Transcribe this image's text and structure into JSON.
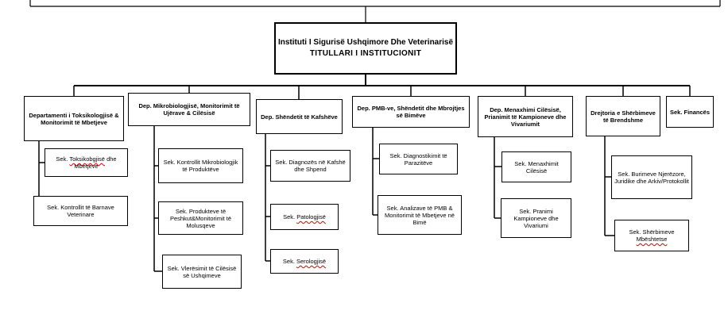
{
  "page": {
    "background": "#ffffff"
  },
  "colors": {
    "line": "#000000",
    "box_border": "#000000",
    "box_background": "#ffffff",
    "spellcheck_underline": "#e00000"
  },
  "org_chart": {
    "root": {
      "title": "Instituti I Sigurisë Ushqimore Dhe Veterinarisë",
      "subtitle": "TITULLARI I INSTITUCIONIT"
    },
    "departments": [
      {
        "label": "Departamenti i Toksikologjisë & Monitorimit të Mbetjeve",
        "children": [
          {
            "label_prefix": "Sek. ",
            "misspelled": "Toksikobgjisë",
            "label_suffix": " dhe Mbetjeve"
          },
          {
            "label": "Sek. Kontrollit të Barnave Veterinare"
          }
        ]
      },
      {
        "label": "Dep. Mikrobiologjisë, Monitorimit të Ujërave & Cilësisë",
        "children": [
          {
            "label": "Sek. Kontrollit Mikrobiologjik të Produktëve"
          },
          {
            "label": "Sek. Produkteve të Peshkut&Monitorimit të Molusqeve"
          },
          {
            "label": "Sek. Vlerësimit të Cilësisë së Ushqimeve"
          }
        ]
      },
      {
        "label": "Dep. Shëndetit të Kafshëve",
        "children": [
          {
            "label": "Sek. Diagnozës në Kafshë dhe Shpend"
          },
          {
            "label_prefix": "Sek. ",
            "misspelled": "Patologjisë"
          },
          {
            "label_prefix": "Sek. ",
            "misspelled": "Serologjisë"
          }
        ]
      },
      {
        "label": "Dep. PMB-ve, Shëndetit dhe Mbrojtjes së Bimëve",
        "children": [
          {
            "label": "Sek. Diagnostikimit të Parazitëve"
          },
          {
            "label": "Sek. Analizave të PMB & Monitorimit të Mbetjeve në Bimë"
          }
        ]
      },
      {
        "label": "Dep. Menaxhimi Cilësisë, Prianimit të Kampioneve dhe Vivariumit",
        "children": [
          {
            "label": "Sek. Menaxhimit Cilësisë"
          },
          {
            "label": "Sek. Pranimi Kampioneve dhe Vivariumi"
          }
        ]
      },
      {
        "label": "Drejtoria e Shërbimeve të Brendshme",
        "children": [
          {
            "label": "Sek. Burimeve Njerëzore, Juridike dhe Arkiv/Protokollit"
          },
          {
            "label_prefix": "Sek. Shërbimeve ",
            "misspelled": "Mbështetse"
          }
        ]
      },
      {
        "label": "Sek. Financës",
        "children": []
      }
    ]
  }
}
